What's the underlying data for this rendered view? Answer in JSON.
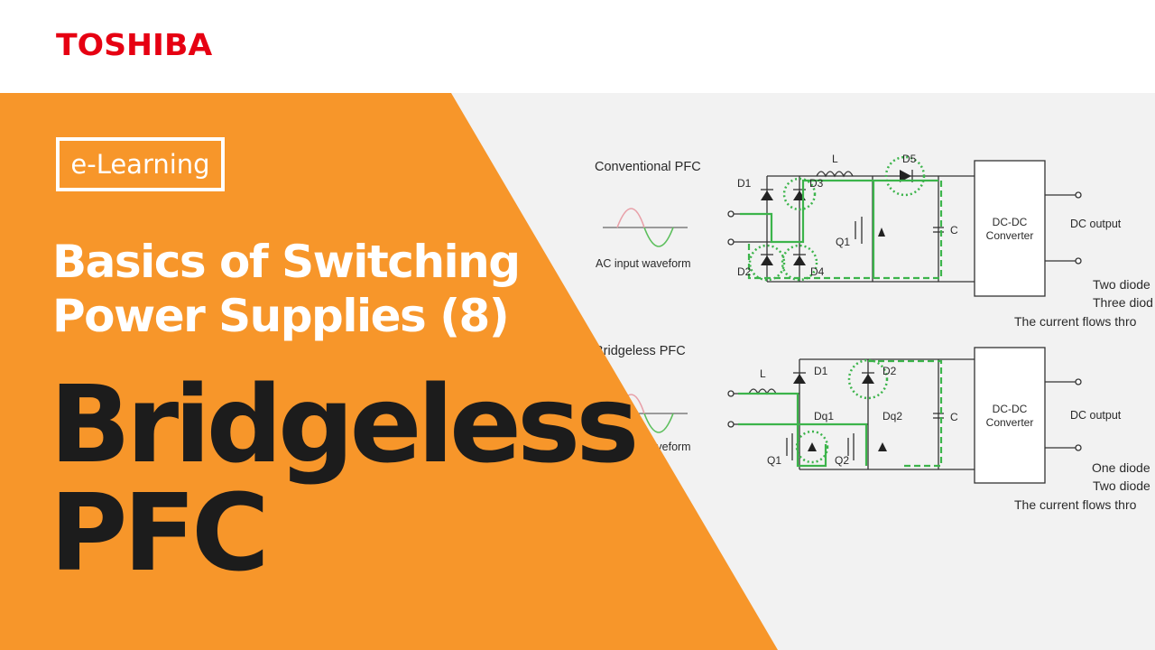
{
  "brand": {
    "logo_text": "TOSHIBA",
    "logo_color": "#e60012"
  },
  "badge": {
    "text": "e-Learning"
  },
  "subtitle": {
    "line1": "Basics of Switching",
    "line2": "Power Supplies (8)"
  },
  "title": {
    "line1": "Bridgeless",
    "line2": "PFC"
  },
  "colors": {
    "orange": "#f7962a",
    "title_text": "#1c1c1c",
    "diagram_bg": "#f2f2f2",
    "current_path": "#3cb44b"
  },
  "diagram": {
    "conventional": {
      "heading": "Conventional PFC",
      "waveform_caption": "AC input waveform",
      "d1": "D1",
      "d2": "D2",
      "d3": "D3",
      "d4": "D4",
      "d5": "D5",
      "inductor": "L",
      "q1": "Q1",
      "cap": "C",
      "converter_line1": "DC-DC",
      "converter_line2": "Converter",
      "output": "DC output",
      "note1": "Two diode",
      "note2": "Three diod",
      "note3": "The current flows thro"
    },
    "bridgeless": {
      "heading": "Bridgeless PFC",
      "waveform_caption": "AC input waveform",
      "inductor": "L",
      "d1": "D1",
      "d2": "D2",
      "dq1": "Dq1",
      "dq2": "Dq2",
      "q1": "Q1",
      "q2": "Q2",
      "cap": "C",
      "converter_line1": "DC-DC",
      "converter_line2": "Converter",
      "output": "DC output",
      "note1": "One diode",
      "note2": "Two diode",
      "note3": "The current flows thro"
    }
  }
}
